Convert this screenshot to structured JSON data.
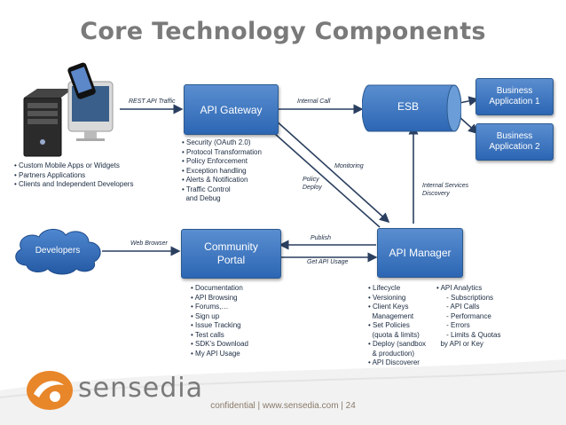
{
  "title": "Core Technology Components",
  "nodes": {
    "api_gateway": "API Gateway",
    "esb": "ESB",
    "business_app_1": "Business\nApplication 1",
    "business_app_2": "Business\nApplication 2",
    "developers": "Developers",
    "community_portal": "Community\nPortal",
    "api_manager": "API Manager"
  },
  "edge_labels": {
    "rest_api_traffic": "REST API Traffic",
    "internal_call": "Internal Call",
    "monitoring": "Monitoring",
    "policy_deploy": "Policy\nDeploy",
    "internal_services_discovery": "Internal Services\nDiscovery",
    "web_browser": "Web Browser",
    "publish": "Publish",
    "get_api_usage": "Get API Usage"
  },
  "lists": {
    "clients": [
      "• Custom Mobile Apps or Widgets",
      "• Partners Applications",
      "• Clients and Independent Developers"
    ],
    "gateway_features": [
      "• Security (OAuth 2.0)",
      "• Protocol Transformation",
      "• Policy Enforcement",
      "• Exception handling",
      "• Alerts & Notification",
      "• Traffic Control",
      "  and Debug"
    ],
    "portal_features": [
      "• Documentation",
      "• API Browsing",
      "• Forums,…",
      "• Sign up",
      "• Issue Tracking",
      "• Test calls",
      "• SDK’s Download",
      "• My API Usage"
    ],
    "manager_features": [
      "• Lifecycle",
      "• Versioning",
      "• Client Keys",
      "  Management",
      "• Set Policies",
      "  (quota & limits)",
      "• Deploy (sandbox",
      "  & production)",
      "• API Discoverer"
    ],
    "analytics": [
      "• API Analytics",
      "     - Subscriptions",
      "     - API Calls",
      "     - Performance",
      "     - Errors",
      "     - Limits & Quotas",
      "  by API or Key"
    ]
  },
  "logo_text": "sensedia",
  "footer": "confidential | www.sensedia.com | 24",
  "colors": {
    "box_blue": "#3a74c0",
    "cloud_blue": "#2f72c4",
    "arrow": "#2a3f5f",
    "logo_orange": "#e8862a"
  }
}
